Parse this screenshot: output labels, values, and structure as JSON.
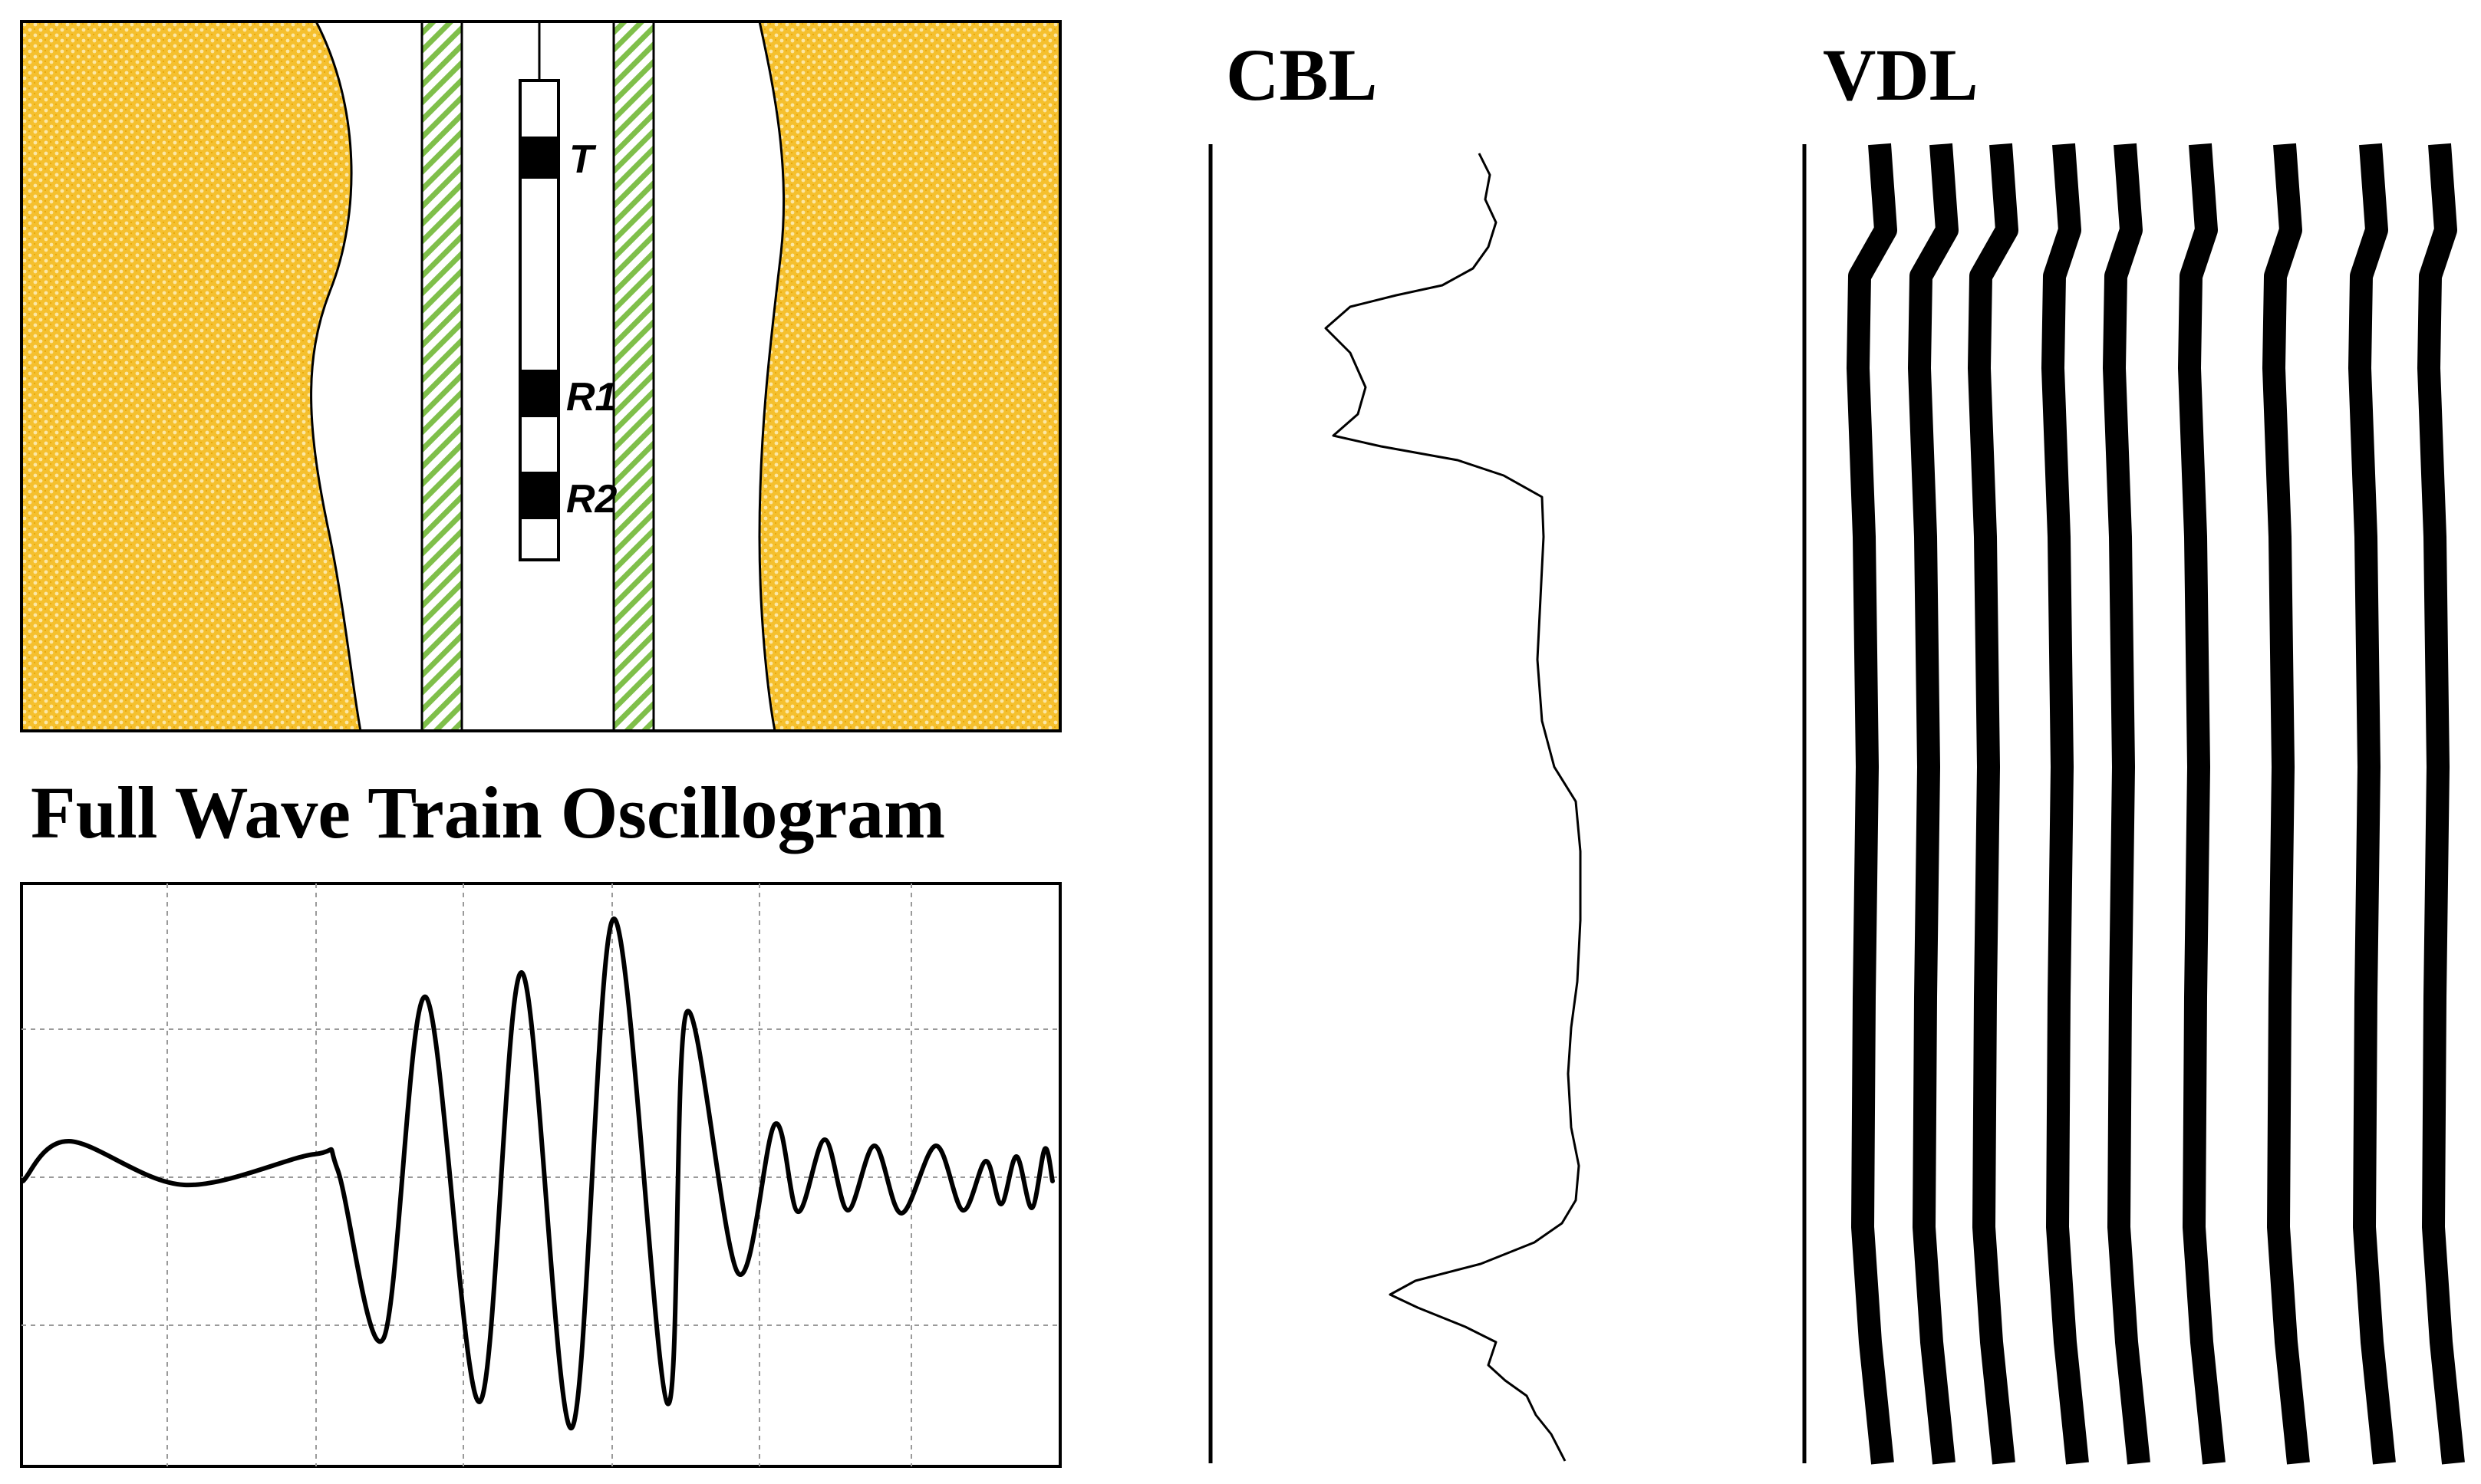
{
  "borehole": {
    "transmitter_label": "T",
    "receiver1_label": "R1",
    "receiver2_label": "R2"
  },
  "oscillogram": {
    "title": "Full Wave Train Oscillogram"
  },
  "cbl": {
    "title": "CBL"
  },
  "vdl": {
    "title": "VDL"
  },
  "colors": {
    "formation": "#f5c02e",
    "formation_pattern": "#fbe7a6",
    "casing_hatch": "#7fbf4a",
    "ink": "#000000",
    "grid": "#9a9a9a"
  }
}
